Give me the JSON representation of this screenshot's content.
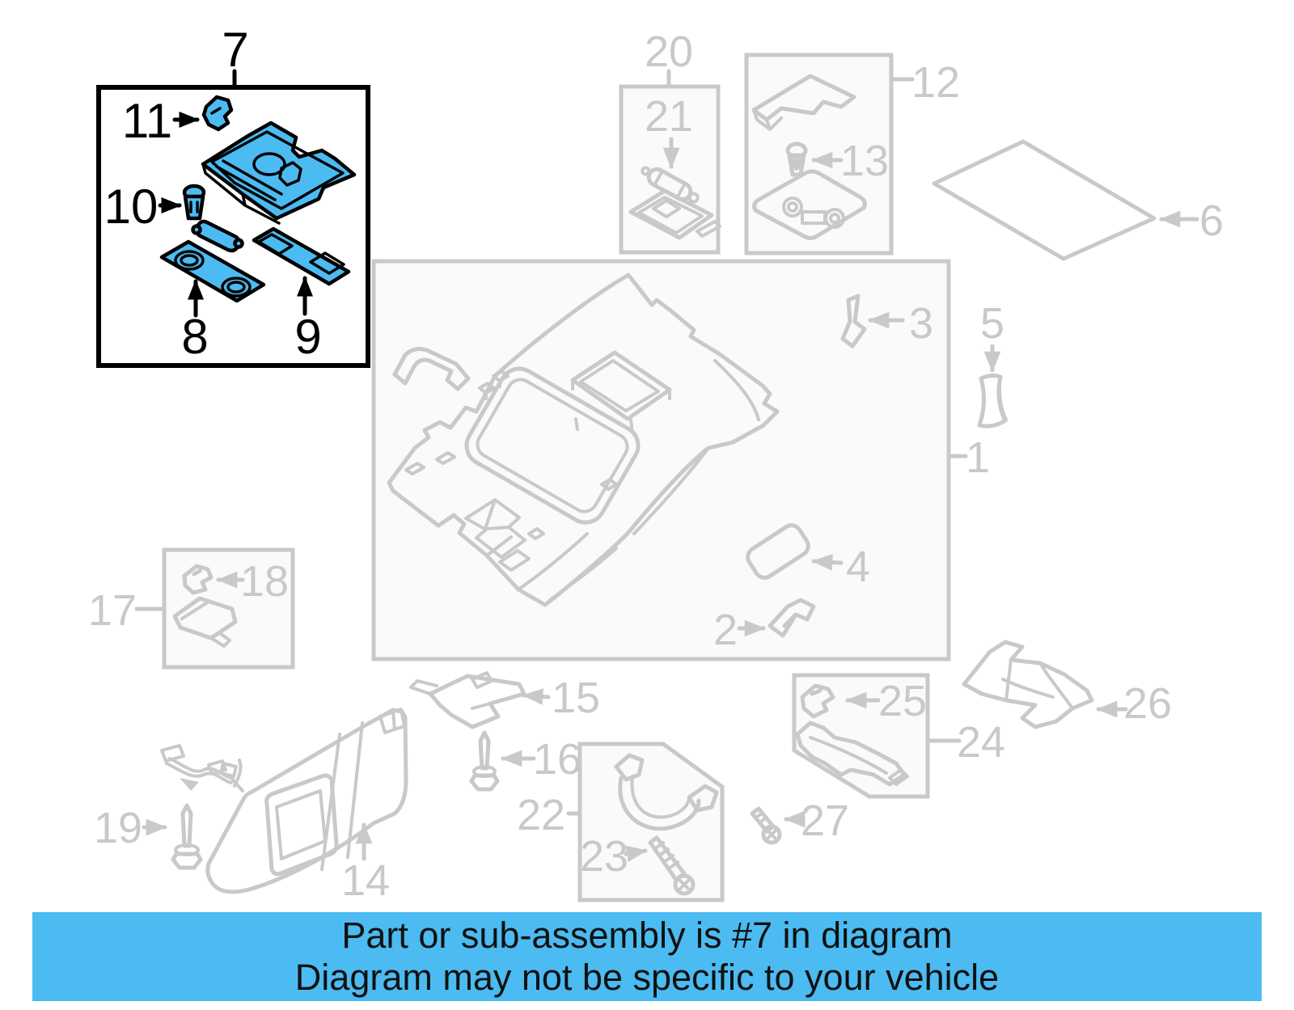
{
  "colors": {
    "background": "#FFFFFF",
    "highlight_blue": "#4BBBF1",
    "diagram_gray": "#C9C9C9",
    "ink_black": "#000000",
    "box_fill": "#FAFAFA",
    "banner_background": "#4BBBF1",
    "banner_text": "#111111"
  },
  "banner": {
    "line1": "Part or sub-assembly is #7 in diagram",
    "line2": "Diagram may not be specific to your vehicle"
  },
  "callouts": {
    "c1": "1",
    "c2": "2",
    "c3": "3",
    "c4": "4",
    "c5": "5",
    "c6": "6",
    "c7": "7",
    "c8": "8",
    "c9": "9",
    "c10": "10",
    "c11": "11",
    "c12": "12",
    "c13": "13",
    "c14": "14",
    "c15": "15",
    "c16": "16",
    "c17": "17",
    "c18": "18",
    "c19": "19",
    "c20": "20",
    "c21": "21",
    "c22": "22",
    "c23": "23",
    "c24": "24",
    "c25": "25",
    "c26": "26",
    "c27": "27"
  }
}
